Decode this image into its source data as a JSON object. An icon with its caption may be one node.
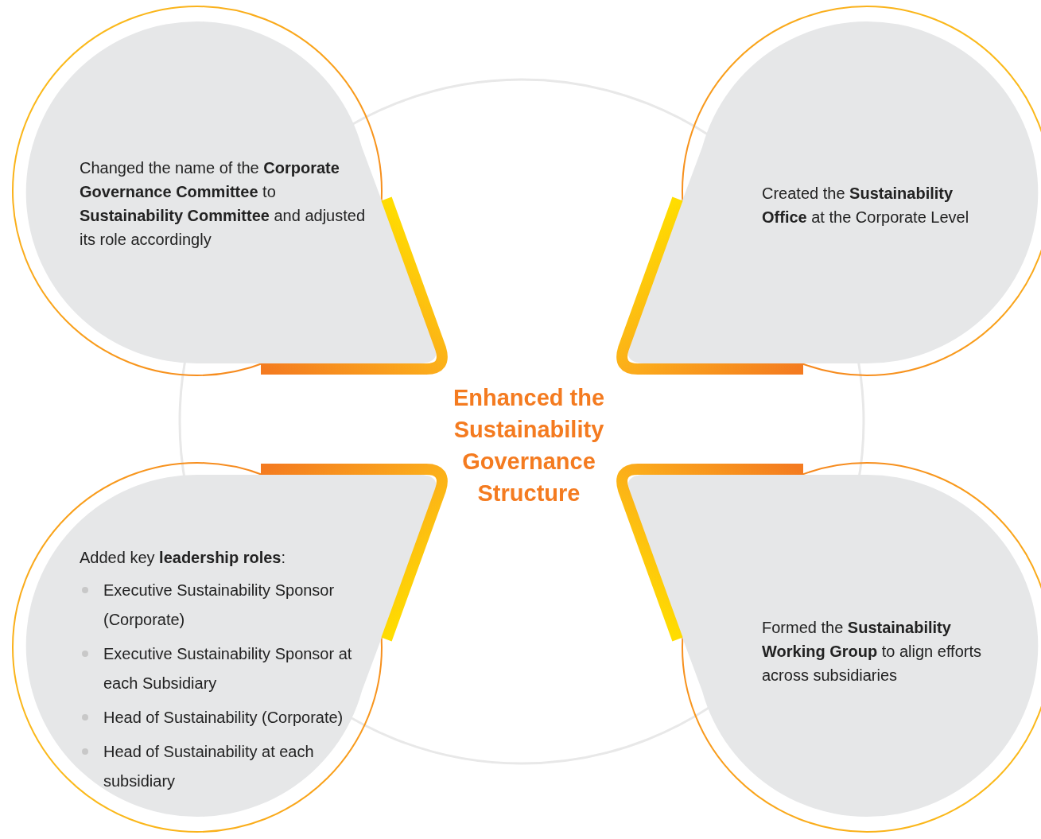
{
  "diagram": {
    "title": "Enhanced the Sustainability Governance Structure",
    "nodes": [
      {
        "text": [
          "Changed the name of the **Corporate Governance Committee** to **Sustainability Committee** and adjusted its role accordingly"
        ]
      },
      {
        "text": [
          "Created the **Sustainability Office** at the Corporate Level"
        ]
      },
      {
        "text": [
          "Added key **leadership roles**:",
          "Executive Sustainability Sponsor (Corporate)",
          "Executive Sustainability Sponsor at each Subsidiary",
          "Head of Sustainability (Corporate)",
          "Head of Sustainability at each subsidiary"
        ]
      },
      {
        "text": [
          "Formed the **Sustainability Working Group** to align efforts across subsidiaries"
        ]
      }
    ]
  }
}
